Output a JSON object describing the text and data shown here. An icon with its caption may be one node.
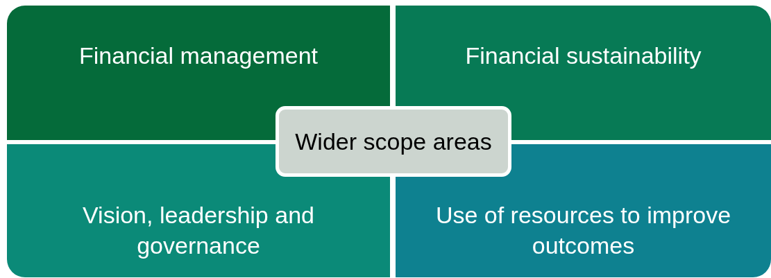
{
  "diagram": {
    "nodes": [
      {
        "text": [
          "Financial management"
        ]
      },
      {
        "text": [
          "Financial sustainability"
        ]
      },
      {
        "text": [
          "Vision, leadership and governance"
        ]
      },
      {
        "text": [
          "Use of resources to improve outcomes"
        ]
      },
      {
        "text": [
          "Wider scope areas"
        ]
      }
    ]
  }
}
